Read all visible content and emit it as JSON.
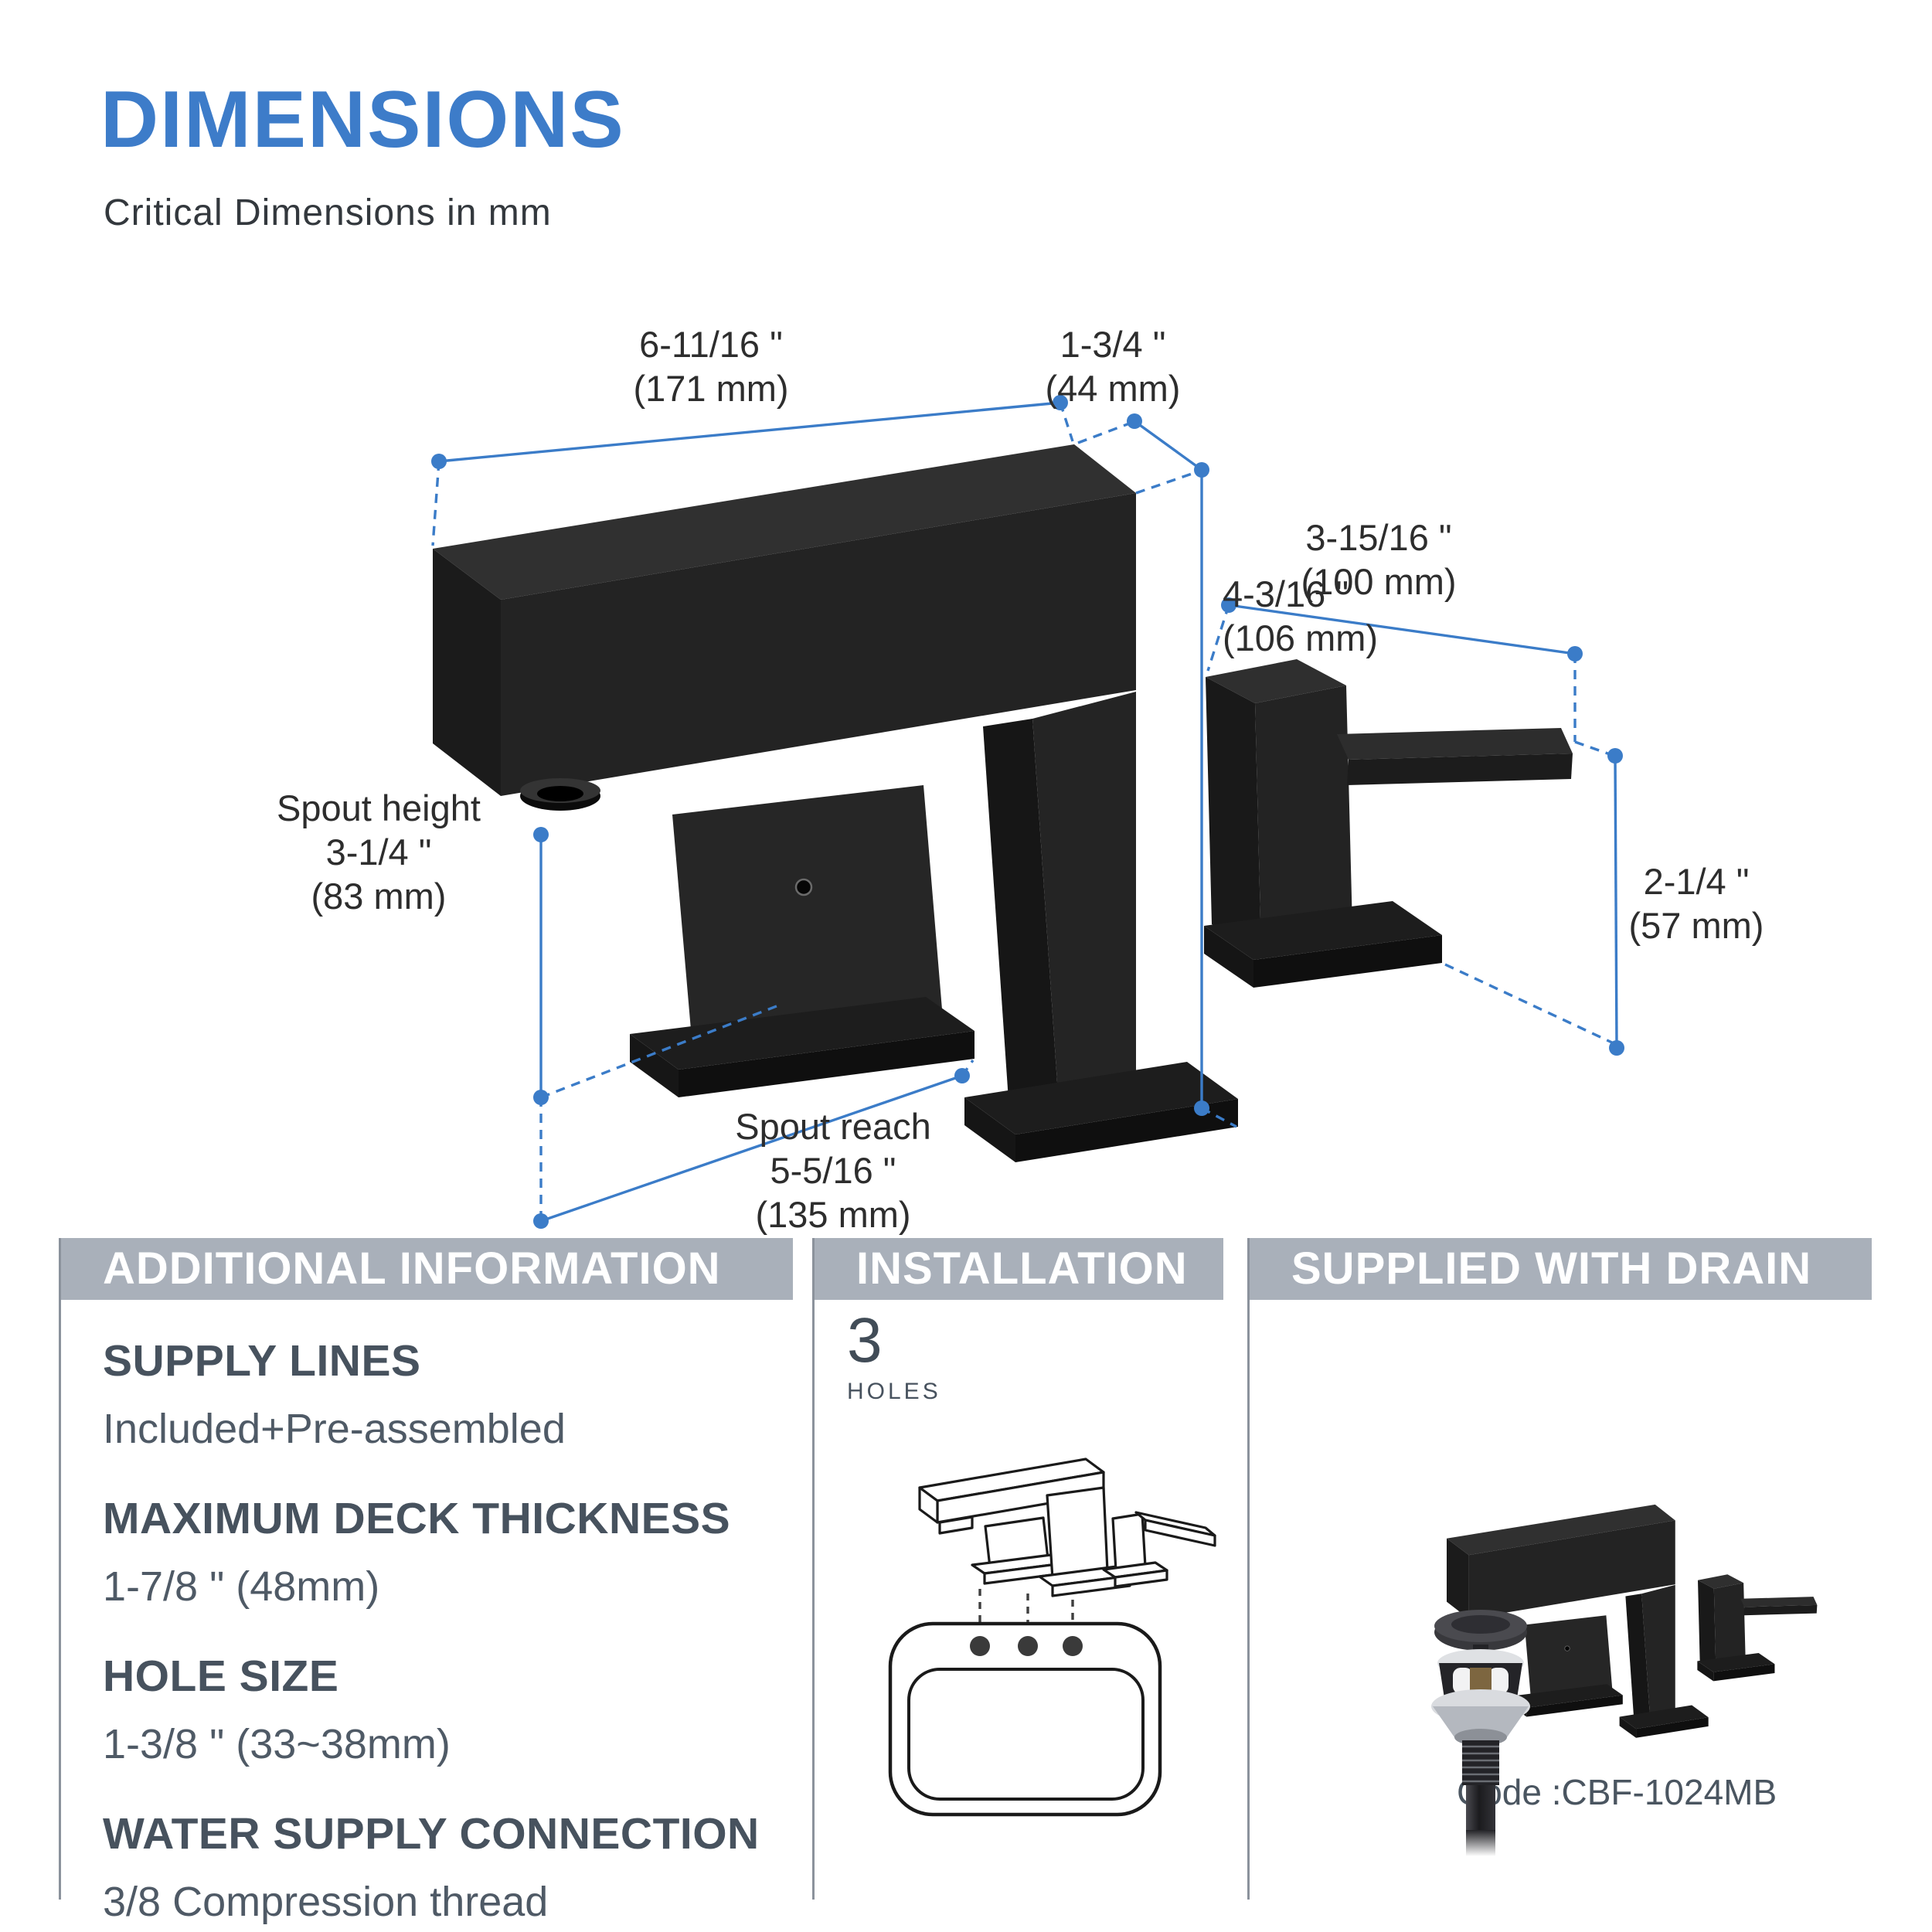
{
  "page": {
    "title": "DIMENSIONS",
    "subtitle": "Critical Dimensions in mm"
  },
  "diagram": {
    "dims": {
      "length": {
        "in": "6-11/16 \"",
        "mm": "(171 mm)"
      },
      "depth": {
        "in": "1-3/4 \"",
        "mm": "(44 mm)"
      },
      "height": {
        "in": "4-3/16 \"",
        "mm": "(106 mm)"
      },
      "handle_length": {
        "in": "3-15/16 \"",
        "mm": "(100 mm)"
      },
      "handle_height": {
        "in": "2-1/4 \"",
        "mm": "(57 mm)"
      },
      "spout_height": {
        "label": "Spout height",
        "in": "3-1/4 \"",
        "mm": "(83 mm)"
      },
      "spout_reach": {
        "label": "Spout reach",
        "in": "5-5/16 \"",
        "mm": "(135 mm)"
      }
    }
  },
  "panels": {
    "additional": {
      "header": "ADDITIONAL INFORMATION",
      "items": [
        {
          "label": "SUPPLY LINES",
          "value": "Included+Pre-assembled"
        },
        {
          "label": "MAXIMUM DECK THICKNESS",
          "value": "1-7/8 \" (48mm)"
        },
        {
          "label": "HOLE SIZE",
          "value": "1-3/8 \" (33~38mm)"
        },
        {
          "label": "WATER SUPPLY CONNECTION",
          "value": "3/8 Compression thread"
        }
      ]
    },
    "installation": {
      "header": "INSTALLATION",
      "holes_count": "3",
      "holes_label": "HOLES"
    },
    "drain": {
      "header": "SUPPLIED WITH DRAIN",
      "code": "Code :CBF-1024MB"
    }
  },
  "colors": {
    "accent_blue": "#3c7cc8",
    "header_gray": "#a9b0ba",
    "heading_slate": "#47525e",
    "faucet_black": "#1f1f1f"
  }
}
